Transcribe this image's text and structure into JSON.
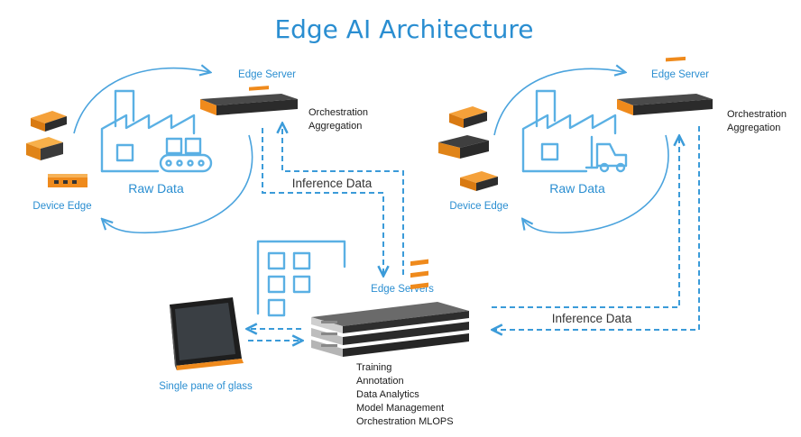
{
  "title": "Edge AI Architecture",
  "left_cluster": {
    "edge_server_label": "Edge Server",
    "orchestration_lines": [
      "Orchestration",
      "Aggregation"
    ],
    "raw_data_label": "Raw Data",
    "device_edge_label": "Device Edge"
  },
  "right_cluster": {
    "edge_server_label": "Edge Server",
    "orchestration_lines": [
      "Orchestration",
      "Aggregation"
    ],
    "raw_data_label": "Raw Data",
    "device_edge_label": "Device Edge"
  },
  "center": {
    "inference_data_top": "Inference Data",
    "inference_data_right": "Inference Data",
    "edge_servers_label": "Edge Servers",
    "single_pane_label": "Single pane of glass",
    "capabilities": [
      "Training",
      "Annotation",
      "Data Analytics",
      "Model Management",
      "Orchestration MLOPS"
    ]
  },
  "colors": {
    "accent_blue": "#2a8ed1",
    "line_blue": "#4aa3dd",
    "device_orange": "#f08c1e",
    "server_dark": "#2b2b2b"
  },
  "icons": [
    "factory-conveyor-icon",
    "factory-forklift-icon",
    "app-grid-icon",
    "edge-server-icon",
    "rack-servers-icon",
    "tablet-icon",
    "device-box-icon"
  ]
}
